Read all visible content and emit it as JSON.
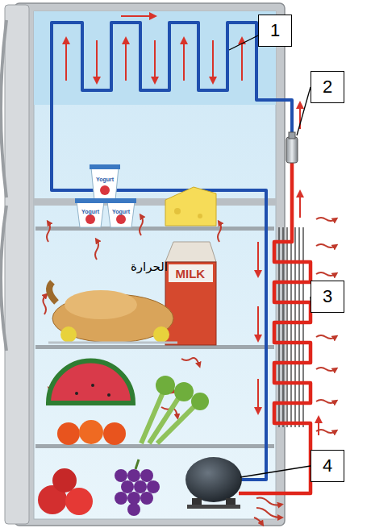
{
  "diagram": {
    "nodes": [
      {
        "text": [
          "1"
        ]
      },
      {
        "text": [
          "2"
        ]
      },
      {
        "text": [
          "3"
        ]
      },
      {
        "text": [
          "4"
        ]
      }
    ],
    "labels": [
      "Yogurt",
      "Yogurt",
      "Yogurt",
      "MILK",
      "الحرارة"
    ]
  }
}
